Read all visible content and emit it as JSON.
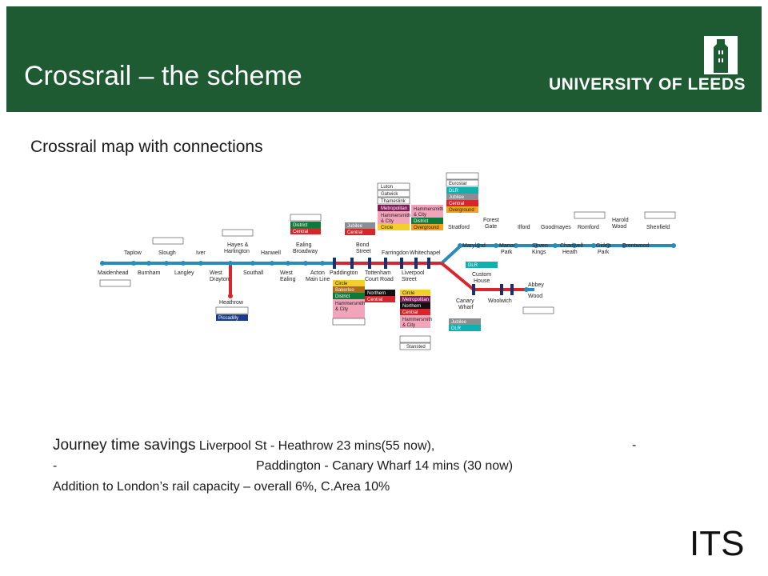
{
  "header": {
    "title": "Crossrail – the scheme",
    "logo_text": "UNIVERSITY OF LEEDS"
  },
  "subtitle": "Crossrail map with connections",
  "colors": {
    "header_bg": "#1e5b33",
    "line_blue": "#2a8ab8",
    "line_red": "#d7262e",
    "district": "#0b7a3b",
    "central": "#d4262c",
    "circle": "#f3cf2a",
    "hammersmith": "#f2a4bb",
    "metropolitan": "#7b1a55",
    "jubilee": "#8b8e91",
    "northern": "#111111",
    "overground": "#f3a21b",
    "dlr": "#11b0b0",
    "piccadilly": "#1b3b93",
    "bakerloo": "#b06a1e"
  },
  "map": {
    "stations": {
      "maidenhead": "Maidenhead",
      "taplow": "Taplow",
      "burnham": "Burnham",
      "slough": "Slough",
      "langley": "Langley",
      "iver": "Iver",
      "hayes": "Hayes &\nHarlington",
      "west_drayton": "West\nDrayton",
      "southall": "Southall",
      "hanwell": "Hanwell",
      "west_ealing": "West\nEaling",
      "ealing_broadway": "Ealing\nBroadway",
      "acton": "Acton\nMain Line",
      "paddington": "Paddington",
      "bond_street": "Bond\nStreet",
      "tottenham": "Tottenham\nCourt Road",
      "farringdon": "Farringdon",
      "liverpool": "Liverpool\nStreet",
      "whitechapel": "Whitechapel",
      "heathrow": "Heathrow",
      "stratford": "Stratford",
      "maryland": "Maryland",
      "forest_gate": "Forest\nGate",
      "manor_park": "Manor\nPark",
      "ilford": "Ilford",
      "seven_kings": "Seven\nKings",
      "goodmayes": "Goodmayes",
      "chadwell": "Chadwell\nHeath",
      "romford": "Romford",
      "gidea_park": "Gidea\nPark",
      "harold_wood": "Harold\nWood",
      "brentwood": "Brentwood",
      "shenfield": "Shenfield",
      "custom_house": "Custom\nHouse",
      "canary_wharf": "Canary\nWharf",
      "woolwich": "Woolwich",
      "abbey_wood": "Abbey\nWood"
    },
    "labels": {
      "district": "District",
      "central": "Central",
      "jubilee": "Jubilee",
      "circle": "Circle",
      "bakerloo": "Bakerloo",
      "hammersmith": "Hammersmith\n& City",
      "northern": "Northern",
      "metropolitan": "Metropolitan",
      "overground": "Overground",
      "luton": "Luton",
      "gatwick": "Gatwick",
      "thameslink": "Thameslink",
      "eurostar": "Eurostar",
      "dlr": "DLR",
      "piccadilly": "Piccadilly",
      "stansted": "Stansted"
    }
  },
  "body": {
    "line1_lead": "Journey time savings",
    "line1_rest": "Liverpool St - Heathrow 23 mins(55 now),",
    "line1_dash": "-",
    "line2_dash": "-",
    "line2_rest": "Paddington - Canary Wharf 14 mins (30 now)",
    "line3": "Addition to London’s rail capacity – overall 6%, C.Area 10%"
  },
  "footer": {
    "its_logo": "ITS"
  }
}
